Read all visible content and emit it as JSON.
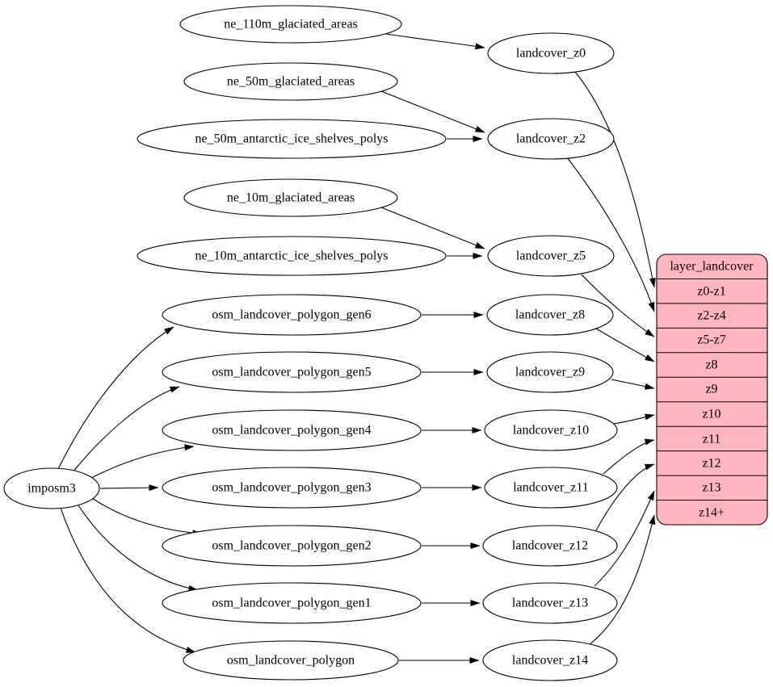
{
  "diagram": {
    "kind": "etl-dependency-graph",
    "colors": {
      "table_fill": "#ffb6c1",
      "node_fill": "#ffffff",
      "stroke": "#000000"
    },
    "importer": {
      "label": "imposm3"
    },
    "sources": [
      {
        "label": "ne_110m_glaciated_areas"
      },
      {
        "label": "ne_50m_glaciated_areas"
      },
      {
        "label": "ne_50m_antarctic_ice_shelves_polys"
      },
      {
        "label": "ne_10m_glaciated_areas"
      },
      {
        "label": "ne_10m_antarctic_ice_shelves_polys"
      },
      {
        "label": "osm_landcover_polygon_gen6"
      },
      {
        "label": "osm_landcover_polygon_gen5"
      },
      {
        "label": "osm_landcover_polygon_gen4"
      },
      {
        "label": "osm_landcover_polygon_gen3"
      },
      {
        "label": "osm_landcover_polygon_gen2"
      },
      {
        "label": "osm_landcover_polygon_gen1"
      },
      {
        "label": "osm_landcover_polygon"
      }
    ],
    "intermediates": [
      {
        "label": "landcover_z0"
      },
      {
        "label": "landcover_z2"
      },
      {
        "label": "landcover_z5"
      },
      {
        "label": "landcover_z8"
      },
      {
        "label": "landcover_z9"
      },
      {
        "label": "landcover_z10"
      },
      {
        "label": "landcover_z11"
      },
      {
        "label": "landcover_z12"
      },
      {
        "label": "landcover_z13"
      },
      {
        "label": "landcover_z14"
      }
    ],
    "table": {
      "title": "layer_landcover",
      "rows": [
        "z0-z1",
        "z2-z4",
        "z5-z7",
        "z8",
        "z9",
        "z10",
        "z11",
        "z12",
        "z13",
        "z14+"
      ]
    },
    "edges": [
      [
        "ne_110m_glaciated_areas",
        "landcover_z0"
      ],
      [
        "ne_50m_glaciated_areas",
        "landcover_z2"
      ],
      [
        "ne_50m_antarctic_ice_shelves_polys",
        "landcover_z2"
      ],
      [
        "ne_10m_glaciated_areas",
        "landcover_z5"
      ],
      [
        "ne_10m_antarctic_ice_shelves_polys",
        "landcover_z5"
      ],
      [
        "imposm3",
        "osm_landcover_polygon_gen6"
      ],
      [
        "imposm3",
        "osm_landcover_polygon_gen5"
      ],
      [
        "imposm3",
        "osm_landcover_polygon_gen4"
      ],
      [
        "imposm3",
        "osm_landcover_polygon_gen3"
      ],
      [
        "imposm3",
        "osm_landcover_polygon_gen2"
      ],
      [
        "imposm3",
        "osm_landcover_polygon_gen1"
      ],
      [
        "imposm3",
        "osm_landcover_polygon"
      ],
      [
        "osm_landcover_polygon_gen6",
        "landcover_z8"
      ],
      [
        "osm_landcover_polygon_gen5",
        "landcover_z9"
      ],
      [
        "osm_landcover_polygon_gen4",
        "landcover_z10"
      ],
      [
        "osm_landcover_polygon_gen3",
        "landcover_z11"
      ],
      [
        "osm_landcover_polygon_gen2",
        "landcover_z12"
      ],
      [
        "osm_landcover_polygon_gen1",
        "landcover_z13"
      ],
      [
        "osm_landcover_polygon",
        "landcover_z14"
      ],
      [
        "landcover_z0",
        "layer_landcover:z0-z1"
      ],
      [
        "landcover_z2",
        "layer_landcover:z2-z4"
      ],
      [
        "landcover_z5",
        "layer_landcover:z5-z7"
      ],
      [
        "landcover_z8",
        "layer_landcover:z8"
      ],
      [
        "landcover_z9",
        "layer_landcover:z9"
      ],
      [
        "landcover_z10",
        "layer_landcover:z10"
      ],
      [
        "landcover_z11",
        "layer_landcover:z11"
      ],
      [
        "landcover_z12",
        "layer_landcover:z12"
      ],
      [
        "landcover_z13",
        "layer_landcover:z13"
      ],
      [
        "landcover_z14",
        "layer_landcover:z14+"
      ]
    ]
  }
}
